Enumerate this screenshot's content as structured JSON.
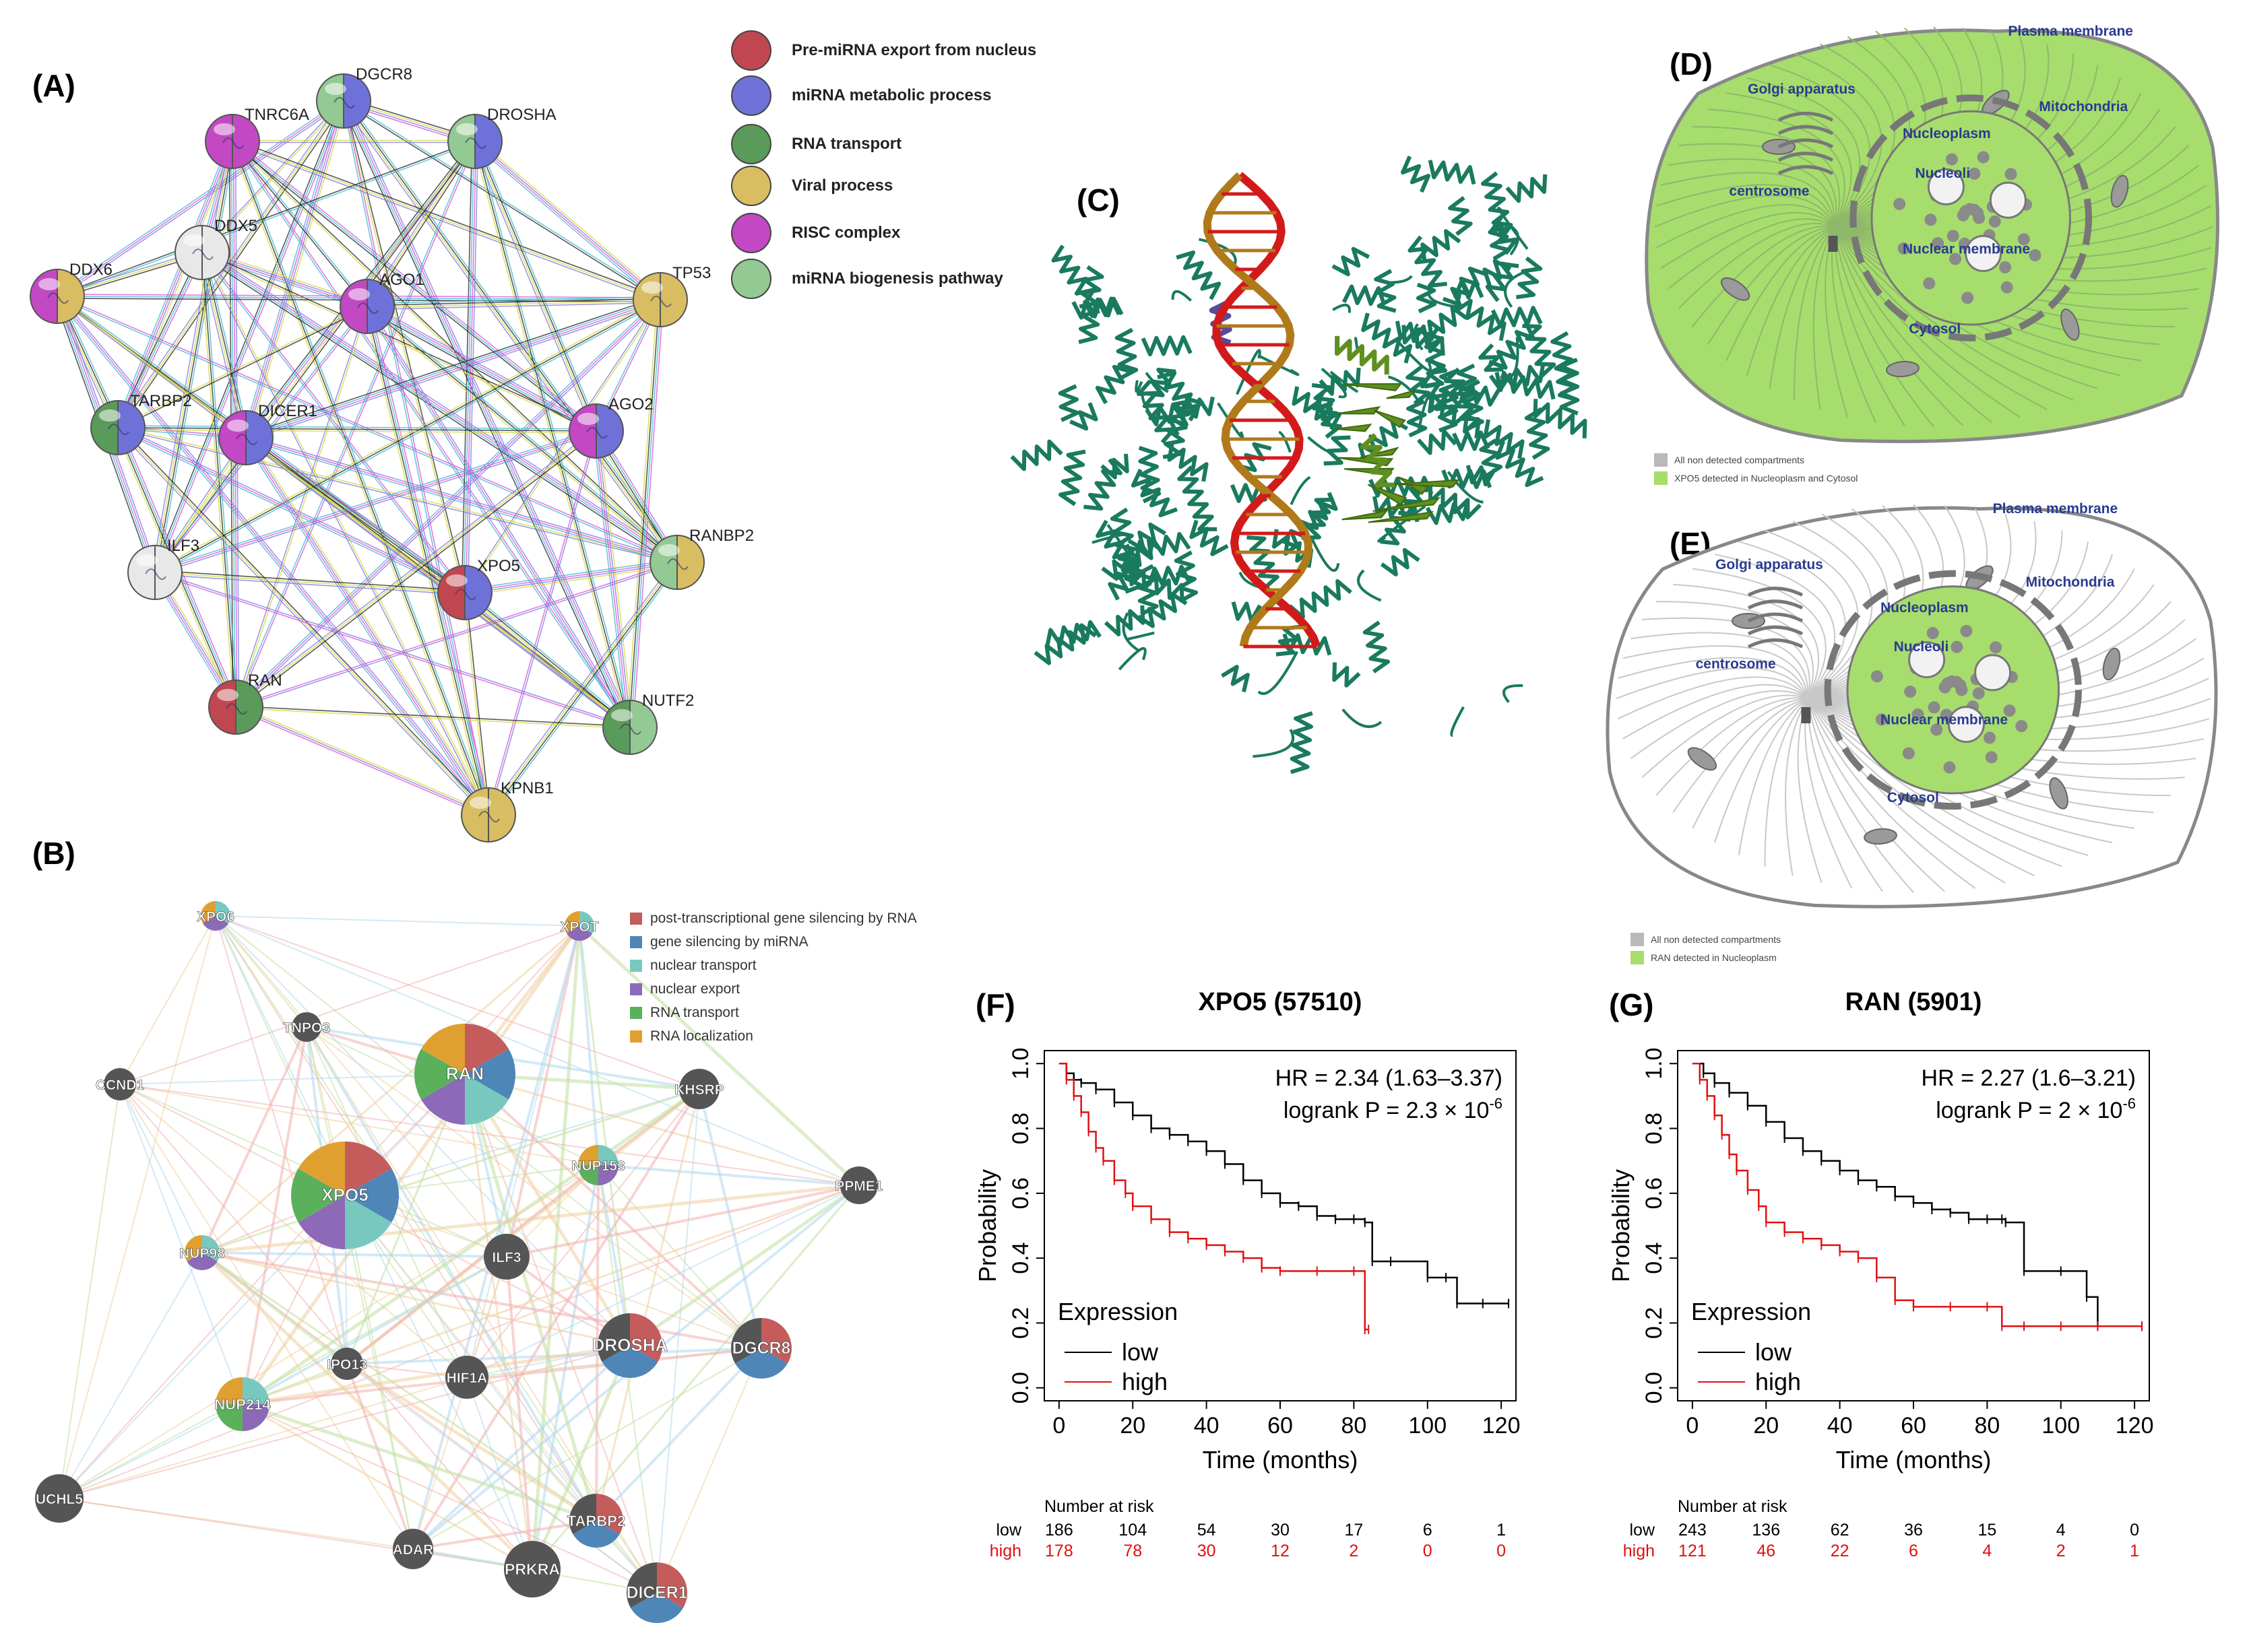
{
  "panels": {
    "a": "(A)",
    "b": "(B)",
    "c": "(C)",
    "d": "(D)",
    "e": "(E)",
    "f": "(F)",
    "g": "(G)"
  },
  "colors": {
    "export": "#c0474f",
    "mirna_meta": "#6e72d8",
    "rna_transport": "#5a9a5a",
    "viral": "#d8bd62",
    "risc": "#c348c3",
    "biogenesis": "#93c992",
    "ptgs": "#c45c5c",
    "gsm": "#4f86b8",
    "nuc_transport": "#78c8c0",
    "nuc_export": "#8c6ab7",
    "rna_transport_b": "#5bb05b",
    "rna_localization": "#e0a030",
    "cell_green": "#a6dd6d",
    "km_low": "#000000",
    "km_high": "#e01010",
    "protein": "#1a7a5e",
    "rna_red": "#d21a1a",
    "rna_gold": "#b07a1a",
    "ran_green": "#5f8f1f"
  },
  "panel_a": {
    "legend": [
      {
        "label": "Pre-miRNA export from nucleus",
        "color": "#c0474f"
      },
      {
        "label": "miRNA metabolic process",
        "color": "#6e72d8"
      },
      {
        "label": "RNA transport",
        "color": "#5a9a5a"
      },
      {
        "label": "Viral process",
        "color": "#d8bd62"
      },
      {
        "label": "RISC complex",
        "color": "#c348c3"
      },
      {
        "label": "miRNA biogenesis pathway",
        "color": "#93c992"
      }
    ],
    "nodes": [
      "DGCR8",
      "TNRC6A",
      "DROSHA",
      "DDX5",
      "DDX6",
      "AGO1",
      "TP53",
      "TARBP2",
      "DICER1",
      "AGO2",
      "ILF3",
      "RANBP2",
      "XPO5",
      "RAN",
      "NUTF2",
      "KPNB1"
    ]
  },
  "panel_b": {
    "legend": [
      {
        "label": "post-transcriptional gene silencing by RNA",
        "color": "#c45c5c"
      },
      {
        "label": "gene silencing by miRNA",
        "color": "#4f86b8"
      },
      {
        "label": "nuclear transport",
        "color": "#78c8c0"
      },
      {
        "label": "nuclear export",
        "color": "#8c6ab7"
      },
      {
        "label": "RNA transport",
        "color": "#5bb05b"
      },
      {
        "label": "RNA localization",
        "color": "#e0a030"
      }
    ],
    "nodes": [
      "XPO6",
      "XPOT",
      "TNPO3",
      "RAN",
      "CCND1",
      "KHSRP",
      "NUP153",
      "PPME1",
      "XPO5",
      "NUP98",
      "ILF3",
      "IPO13",
      "HIF1A",
      "DROSHA",
      "DGCR8",
      "NUP214",
      "UCHL5",
      "TARBP2",
      "ADAR",
      "PRKRA",
      "DICER1"
    ]
  },
  "panel_d": {
    "labels": [
      "Plasma membrane",
      "Golgi apparatus",
      "Mitochondria",
      "Nucleoplasm",
      "Nucleoli",
      "centrosome",
      "Nuclear membrane",
      "Cytosol"
    ],
    "legend": [
      "All non detected compartments",
      "XPO5 detected in Nucleoplasm and Cytosol"
    ]
  },
  "panel_e": {
    "labels": [
      "Plasma membrane",
      "Golgi apparatus",
      "Mitochondria",
      "Nucleoplasm",
      "Nucleoli",
      "centrosome",
      "Nuclear membrane",
      "Cytosol"
    ],
    "legend": [
      "All non detected compartments",
      "RAN detected in Nucleoplasm"
    ]
  },
  "km": [
    {
      "title": "XPO5 (57510)",
      "hr": "HR = 2.34 (1.63–3.37)",
      "logrank": "logrank P = 2.3 × 10",
      "exp": "-6",
      "xlabel": "Time (months)",
      "ylabel": "Probability",
      "legend_title": "Expression",
      "legend_low": "low",
      "legend_high": "high",
      "risk_title": "Number at risk",
      "risk_low_label": "low",
      "risk_high_label": "high",
      "risk_low": [
        "186",
        "104",
        "54",
        "30",
        "17",
        "6",
        "1"
      ],
      "risk_high": [
        "178",
        "78",
        "30",
        "12",
        "2",
        "0",
        "0"
      ]
    },
    {
      "title": "RAN (5901)",
      "hr": "HR = 2.27 (1.6–3.21)",
      "logrank": "logrank P = 2 × 10",
      "exp": "-6",
      "xlabel": "Time (months)",
      "ylabel": "Probability",
      "legend_title": "Expression",
      "legend_low": "low",
      "legend_high": "high",
      "risk_title": "Number at risk",
      "risk_low_label": "low",
      "risk_high_label": "high",
      "risk_low": [
        "243",
        "136",
        "62",
        "36",
        "15",
        "4",
        "0"
      ],
      "risk_high": [
        "121",
        "46",
        "22",
        "6",
        "4",
        "2",
        "1"
      ]
    }
  ],
  "chart_data": [
    {
      "type": "line",
      "title": "XPO5 (57510)",
      "xlabel": "Time (months)",
      "ylabel": "Probability",
      "xlim": [
        0,
        120
      ],
      "ylim": [
        0,
        1
      ],
      "xticks": [
        0,
        20,
        40,
        60,
        80,
        100,
        120
      ],
      "yticks": [
        0.0,
        0.2,
        0.4,
        0.6,
        0.8,
        1.0
      ],
      "series": [
        {
          "name": "low",
          "color": "#000000",
          "x": [
            0,
            2,
            4,
            6,
            10,
            15,
            20,
            25,
            30,
            35,
            40,
            45,
            50,
            55,
            60,
            65,
            70,
            75,
            80,
            83,
            85,
            90,
            100,
            105,
            108,
            115,
            122
          ],
          "y": [
            1.0,
            0.97,
            0.95,
            0.94,
            0.92,
            0.88,
            0.84,
            0.8,
            0.78,
            0.76,
            0.73,
            0.69,
            0.64,
            0.6,
            0.57,
            0.56,
            0.53,
            0.52,
            0.52,
            0.51,
            0.39,
            0.39,
            0.34,
            0.34,
            0.26,
            0.26,
            0.26
          ]
        },
        {
          "name": "high",
          "color": "#e01010",
          "x": [
            0,
            2,
            4,
            6,
            8,
            10,
            12,
            15,
            18,
            20,
            25,
            30,
            35,
            40,
            45,
            50,
            55,
            60,
            70,
            80,
            83,
            84
          ],
          "y": [
            1.0,
            0.95,
            0.9,
            0.85,
            0.79,
            0.74,
            0.7,
            0.64,
            0.6,
            0.56,
            0.52,
            0.48,
            0.46,
            0.44,
            0.42,
            0.4,
            0.37,
            0.36,
            0.36,
            0.36,
            0.18,
            0.18
          ]
        }
      ],
      "annotations": [
        "HR = 2.34 (1.63–3.37)",
        "logrank P = 2.3 × 10^-6"
      ],
      "legend": {
        "title": "Expression",
        "placement": "bottom-left"
      },
      "risk_table": {
        "low": [
          186,
          104,
          54,
          30,
          17,
          6,
          1
        ],
        "high": [
          178,
          78,
          30,
          12,
          2,
          0,
          0
        ]
      }
    },
    {
      "type": "line",
      "title": "RAN (5901)",
      "xlabel": "Time (months)",
      "ylabel": "Probability",
      "xlim": [
        0,
        120
      ],
      "ylim": [
        0,
        1
      ],
      "xticks": [
        0,
        20,
        40,
        60,
        80,
        100,
        120
      ],
      "yticks": [
        0.0,
        0.2,
        0.4,
        0.6,
        0.8,
        1.0
      ],
      "series": [
        {
          "name": "low",
          "color": "#000000",
          "x": [
            0,
            3,
            6,
            10,
            15,
            20,
            25,
            30,
            35,
            40,
            45,
            50,
            55,
            60,
            65,
            70,
            75,
            80,
            84,
            85,
            90,
            100,
            107,
            110,
            122
          ],
          "y": [
            1.0,
            0.97,
            0.94,
            0.91,
            0.87,
            0.82,
            0.77,
            0.73,
            0.7,
            0.67,
            0.64,
            0.62,
            0.59,
            0.57,
            0.55,
            0.54,
            0.52,
            0.52,
            0.52,
            0.51,
            0.36,
            0.36,
            0.28,
            0.19,
            0.19
          ]
        },
        {
          "name": "high",
          "color": "#e01010",
          "x": [
            0,
            2,
            4,
            6,
            8,
            10,
            12,
            15,
            18,
            20,
            25,
            30,
            35,
            40,
            45,
            50,
            55,
            60,
            70,
            80,
            84,
            90,
            100,
            110,
            122
          ],
          "y": [
            1.0,
            0.95,
            0.9,
            0.84,
            0.78,
            0.72,
            0.67,
            0.61,
            0.56,
            0.51,
            0.48,
            0.46,
            0.44,
            0.42,
            0.4,
            0.34,
            0.27,
            0.25,
            0.25,
            0.25,
            0.19,
            0.19,
            0.19,
            0.19,
            0.19
          ]
        }
      ],
      "annotations": [
        "HR = 2.27 (1.6–3.21)",
        "logrank P = 2 × 10^-6"
      ],
      "legend": {
        "title": "Expression",
        "placement": "bottom-left"
      },
      "risk_table": {
        "low": [
          243,
          136,
          62,
          36,
          15,
          4,
          0
        ],
        "high": [
          121,
          46,
          22,
          6,
          4,
          2,
          1
        ]
      }
    }
  ]
}
